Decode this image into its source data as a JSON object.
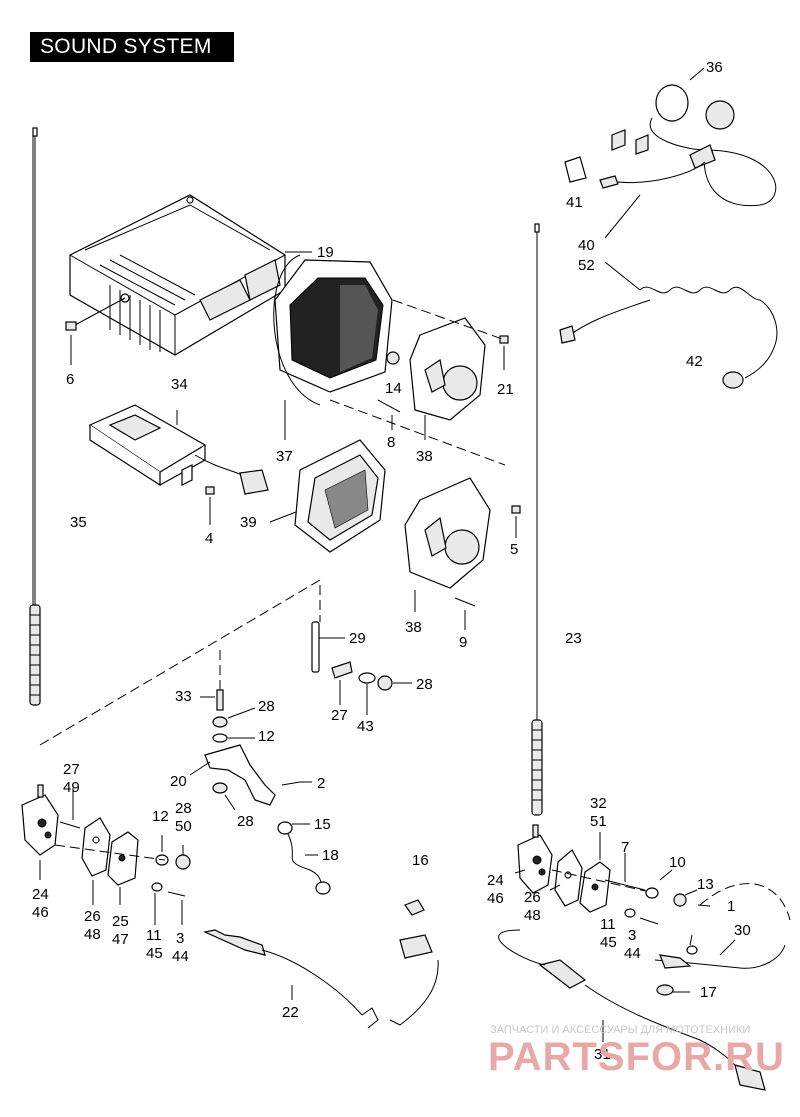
{
  "title": "SOUND SYSTEM",
  "callouts": [
    {
      "id": "c-36",
      "text": "36"
    },
    {
      "id": "c-19",
      "text": "19"
    },
    {
      "id": "c-41",
      "text": "41"
    },
    {
      "id": "c-40",
      "text": "40"
    },
    {
      "id": "c-52",
      "text": "52"
    },
    {
      "id": "c-6",
      "text": "6"
    },
    {
      "id": "c-14",
      "text": "14"
    },
    {
      "id": "c-21",
      "text": "21"
    },
    {
      "id": "c-42",
      "text": "42"
    },
    {
      "id": "c-34",
      "text": "34"
    },
    {
      "id": "c-8",
      "text": "8"
    },
    {
      "id": "c-37",
      "text": "37"
    },
    {
      "id": "c-38a",
      "text": "38"
    },
    {
      "id": "c-35",
      "text": "35"
    },
    {
      "id": "c-39",
      "text": "39"
    },
    {
      "id": "c-4",
      "text": "4"
    },
    {
      "id": "c-5",
      "text": "5"
    },
    {
      "id": "c-38b",
      "text": "38"
    },
    {
      "id": "c-9",
      "text": "9"
    },
    {
      "id": "c-29",
      "text": "29"
    },
    {
      "id": "c-23",
      "text": "23"
    },
    {
      "id": "c-28a",
      "text": "28"
    },
    {
      "id": "c-33",
      "text": "33"
    },
    {
      "id": "c-28b",
      "text": "28"
    },
    {
      "id": "c-27a",
      "text": "27"
    },
    {
      "id": "c-43",
      "text": "43"
    },
    {
      "id": "c-12a",
      "text": "12"
    },
    {
      "id": "c-27b",
      "text": "27"
    },
    {
      "id": "c-49",
      "text": "49"
    },
    {
      "id": "c-20",
      "text": "20"
    },
    {
      "id": "c-2",
      "text": "2"
    },
    {
      "id": "c-28c",
      "text": "28"
    },
    {
      "id": "c-32",
      "text": "32"
    },
    {
      "id": "c-51",
      "text": "51"
    },
    {
      "id": "c-12b",
      "text": "12"
    },
    {
      "id": "c-28d",
      "text": "28"
    },
    {
      "id": "c-50",
      "text": "50"
    },
    {
      "id": "c-15",
      "text": "15"
    },
    {
      "id": "c-7",
      "text": "7"
    },
    {
      "id": "c-18",
      "text": "18"
    },
    {
      "id": "c-16",
      "text": "16"
    },
    {
      "id": "c-10",
      "text": "10"
    },
    {
      "id": "c-13",
      "text": "13"
    },
    {
      "id": "c-24a",
      "text": "24"
    },
    {
      "id": "c-46a",
      "text": "46"
    },
    {
      "id": "c-26a",
      "text": "26"
    },
    {
      "id": "c-48a",
      "text": "48"
    },
    {
      "id": "c-25",
      "text": "25"
    },
    {
      "id": "c-47",
      "text": "47"
    },
    {
      "id": "c-11a",
      "text": "11"
    },
    {
      "id": "c-45a",
      "text": "45"
    },
    {
      "id": "c-3a",
      "text": "3"
    },
    {
      "id": "c-44a",
      "text": "44"
    },
    {
      "id": "c-24b",
      "text": "24"
    },
    {
      "id": "c-46b",
      "text": "46"
    },
    {
      "id": "c-26b",
      "text": "26"
    },
    {
      "id": "c-48b",
      "text": "48"
    },
    {
      "id": "c-1",
      "text": "1"
    },
    {
      "id": "c-11b",
      "text": "11"
    },
    {
      "id": "c-45b",
      "text": "45"
    },
    {
      "id": "c-3b",
      "text": "3"
    },
    {
      "id": "c-44b",
      "text": "44"
    },
    {
      "id": "c-30",
      "text": "30"
    },
    {
      "id": "c-17",
      "text": "17"
    },
    {
      "id": "c-22",
      "text": "22"
    },
    {
      "id": "c-31",
      "text": "31"
    }
  ],
  "watermark": {
    "line1": "ЗАПЧАСТИ И АКСЕССУАРЫ ДЛЯ МОТОТЕХНИКИ",
    "line2": "PARTSFOR.RU"
  }
}
